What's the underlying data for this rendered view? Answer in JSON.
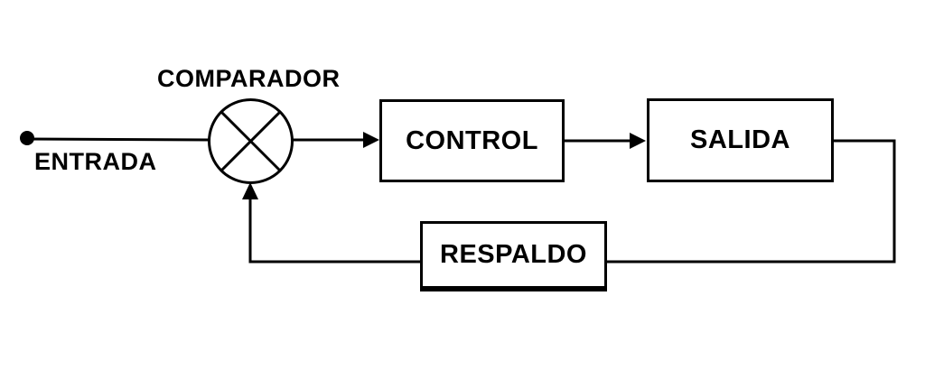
{
  "diagram": {
    "labels": {
      "input": "ENTRADA",
      "comparator": "COMPARADOR",
      "control": "CONTROL",
      "output": "SALIDA",
      "feedback": "RESPALDO"
    },
    "colors": {
      "line": "#000000",
      "text": "#000000",
      "background": "#ffffff"
    }
  }
}
